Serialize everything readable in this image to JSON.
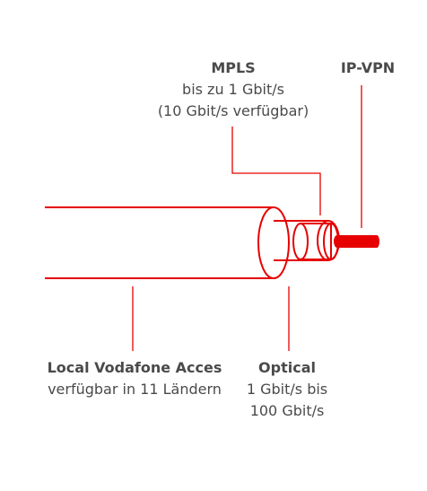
{
  "colors": {
    "accent": "#e60000",
    "text": "#4a4a4a",
    "background": "#ffffff"
  },
  "labels": {
    "mpls": {
      "title": "MPLS",
      "line1": "bis zu 1 Gbit/s",
      "line2": "(10 Gbit/s verfügbar)"
    },
    "ipvpn": {
      "title": "IP-VPN"
    },
    "local": {
      "title": "Local Vodafone Acces",
      "line1": "verfügbar in 11 Ländern"
    },
    "optical": {
      "title": "Optical",
      "line1": "1 Gbit/s bis",
      "line2": "100 Gbit/s"
    }
  }
}
